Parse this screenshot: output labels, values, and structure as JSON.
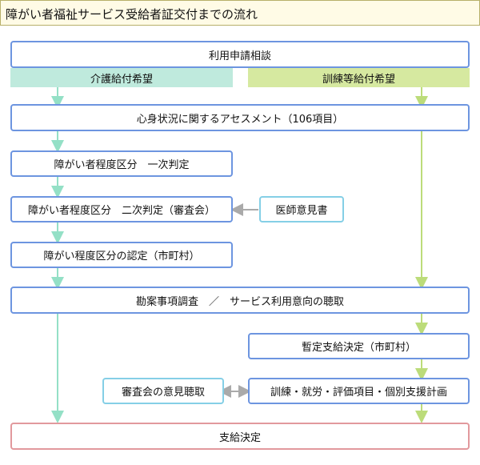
{
  "title": "障がい者福祉サービス受給者証交付までの流れ",
  "steps": {
    "consult": "利用申請相談",
    "want_care": "介護給付希望",
    "want_training": "訓練等給付希望",
    "assessment": "心身状況に関するアセスメント（106項目）",
    "primary": "障がい者程度区分　一次判定",
    "secondary": "障がい者程度区分　二次判定（審査会）",
    "doctor": "医師意見書",
    "certify": "障がい程度区分の認定（市町村）",
    "survey": "勘案事項調査　／　サービス利用意向の聴取",
    "provisional": "暫定支給決定（市町村）",
    "committee": "審査会の意見聴取",
    "plan": "訓練・就労・評価項目・個別支援計画",
    "decision": "支給決定"
  },
  "colors": {
    "box_border": "#6d95e0",
    "care_track": "#94e0c6",
    "training_track": "#bcdc7a",
    "final_border": "#e2999d",
    "doctor_border": "#85cfe6"
  }
}
